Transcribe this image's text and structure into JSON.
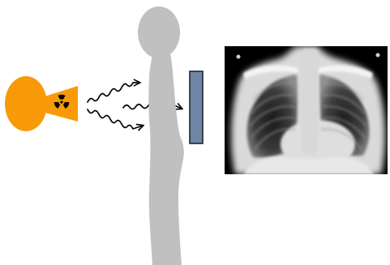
{
  "diagram": {
    "colors": {
      "background": "#ffffff",
      "xray_source": "#f89a08",
      "radiation_symbol": "#000000",
      "rays": "#000000",
      "patient_silhouette": "#c0c0c0",
      "detector_fill": "#6f86a5",
      "detector_stroke": "#1e2533",
      "radiograph_background": "#000000",
      "radiograph_tissue": "#e6e6e6"
    },
    "icons": {
      "source": "xray-source-icon",
      "hazard": "radiation-trefoil-icon",
      "patient": "human-silhouette-side-view",
      "detector": "detector-plate",
      "radiograph": "chest-xray-image"
    },
    "ray_count": 3
  }
}
